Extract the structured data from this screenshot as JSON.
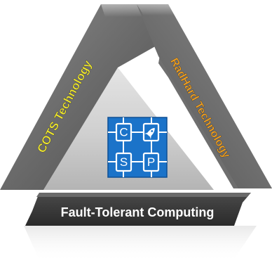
{
  "diagram": {
    "left_side": {
      "label": "COTS Technology",
      "text_color": "#f2ea2c"
    },
    "right_side": {
      "label": "RadHard Technology",
      "text_color": "#f7a21c"
    },
    "bottom_side": {
      "label": "Fault-Tolerant Computing",
      "text_color": "#ffffff"
    },
    "logo": {
      "letters": [
        "C",
        "",
        "S",
        "P"
      ],
      "icon": "rocket-icon",
      "background_color": "#1b73c9"
    }
  }
}
